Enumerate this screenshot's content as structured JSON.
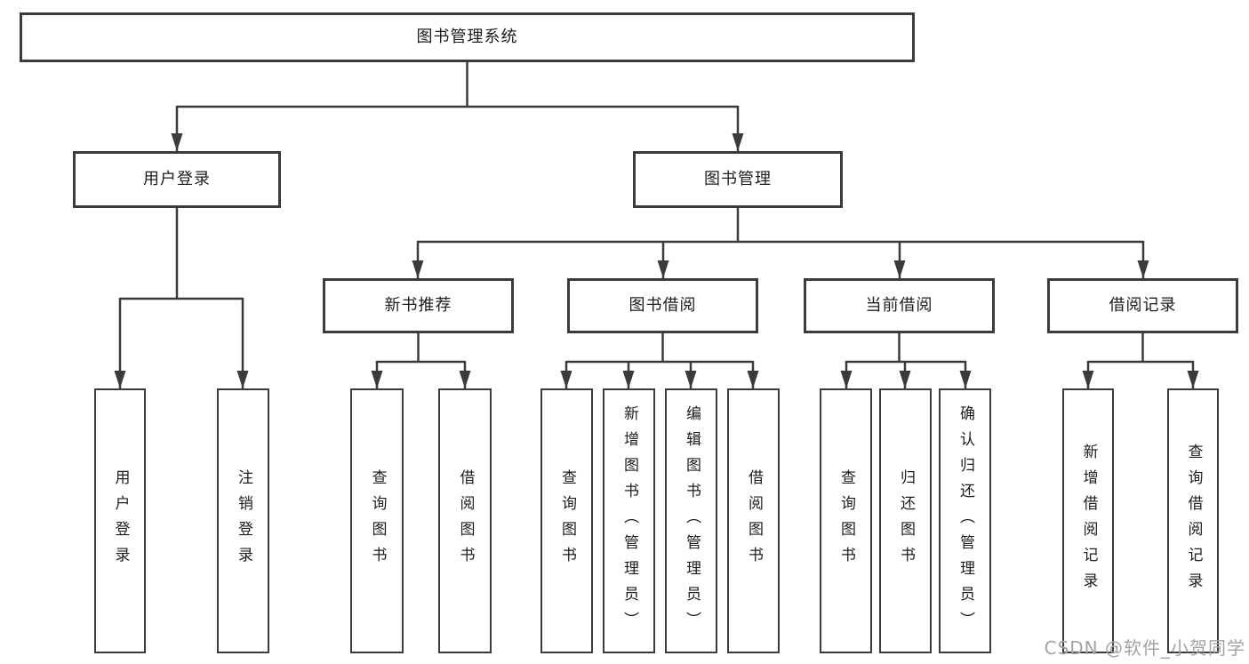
{
  "tree": {
    "label": "图书管理系统",
    "children": [
      {
        "label": "用户登录",
        "children": [
          {
            "label": "用户登录"
          },
          {
            "label": "注销登录"
          }
        ]
      },
      {
        "label": "图书管理",
        "children": [
          {
            "label": "新书推荐",
            "children": [
              {
                "label": "查询图书"
              },
              {
                "label": "借阅图书"
              }
            ]
          },
          {
            "label": "图书借阅",
            "children": [
              {
                "label": "查询图书"
              },
              {
                "label": "新增图书（管理员）"
              },
              {
                "label": "编辑图书（管理员）"
              },
              {
                "label": "借阅图书"
              }
            ]
          },
          {
            "label": "当前借阅",
            "children": [
              {
                "label": "查询图书"
              },
              {
                "label": "归还图书"
              },
              {
                "label": "确认归还（管理员）"
              }
            ]
          },
          {
            "label": "借阅记录",
            "children": [
              {
                "label": "新增借阅记录"
              },
              {
                "label": "查询借阅记录"
              }
            ]
          }
        ]
      }
    ]
  },
  "watermark": "CSDN @软件_小贺同学",
  "colors": {
    "line": "#3b3b3b",
    "text": "#1d1d1f",
    "watermark": "#a3a3a3",
    "background": "#ffffff"
  }
}
